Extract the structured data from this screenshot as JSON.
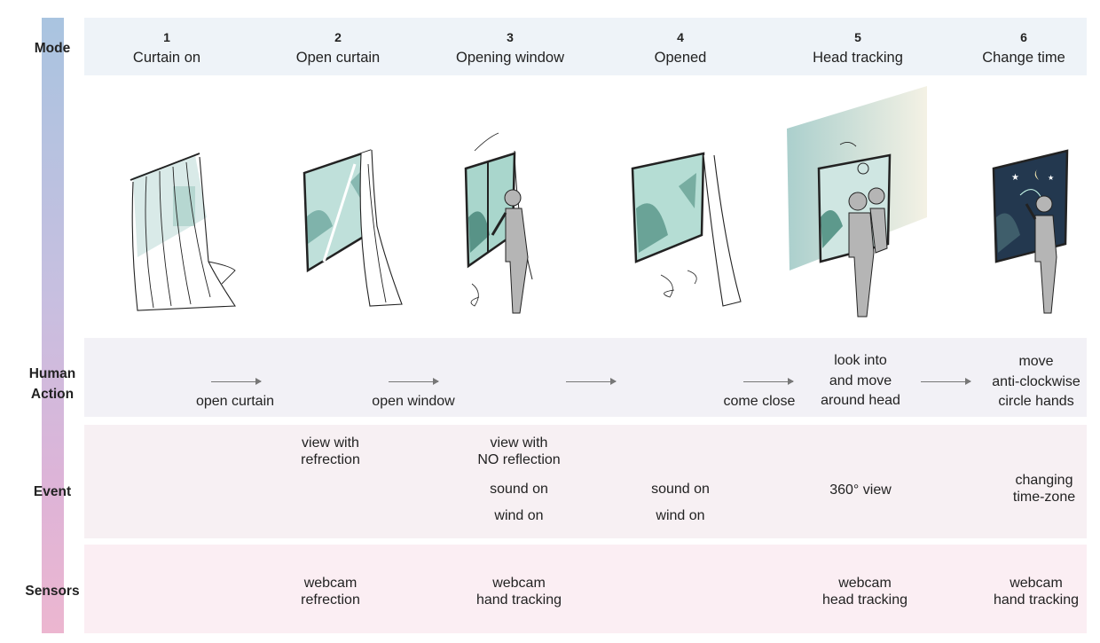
{
  "rows": {
    "mode": "Mode",
    "action": "Human Action",
    "event": "Event",
    "sensors": "Sensors"
  },
  "modes": [
    {
      "number": "1",
      "title": "Curtain on"
    },
    {
      "number": "2",
      "title": "Open curtain"
    },
    {
      "number": "3",
      "title": "Opening window"
    },
    {
      "number": "4",
      "title": "Opened"
    },
    {
      "number": "5",
      "title": "Head tracking"
    },
    {
      "number": "6",
      "title": "Change time"
    }
  ],
  "actions": {
    "open_curtain": "open curtain",
    "open_window": "open window",
    "come_close": "come close",
    "look_line1": "look into",
    "look_line2": "and move",
    "look_line3": "around head",
    "move_line1": "move",
    "move_line2": "anti-clockwise",
    "move_line3": "circle hands"
  },
  "events": {
    "m2_line1": "view with",
    "m2_line2": "refrection",
    "m3_line1": "view with",
    "m3_line2": "NO reflection",
    "m3_sound": "sound on",
    "m3_wind": "wind on",
    "m4_sound": "sound on",
    "m4_wind": "wind on",
    "m5_view": "360° view",
    "m6_line1": "changing",
    "m6_line2": "time-zone"
  },
  "sensors": {
    "m2_line1": "webcam",
    "m2_line2": "refrection",
    "m3_line1": "webcam",
    "m3_line2": "hand tracking",
    "m5_line1": "webcam",
    "m5_line2": "head tracking",
    "m6_line1": "webcam",
    "m6_line2": "hand tracking"
  },
  "colors": {
    "sidebar_top": "#a9c4e0",
    "sidebar_bottom": "#ecb6d0",
    "mode_band": "#eef3f8",
    "action_band": "#f2f1f6",
    "event_band": "#f7f0f3",
    "sensors_band": "#fbeef3",
    "window_tint": "#9fd0c8",
    "person": "#b5b5b5"
  }
}
